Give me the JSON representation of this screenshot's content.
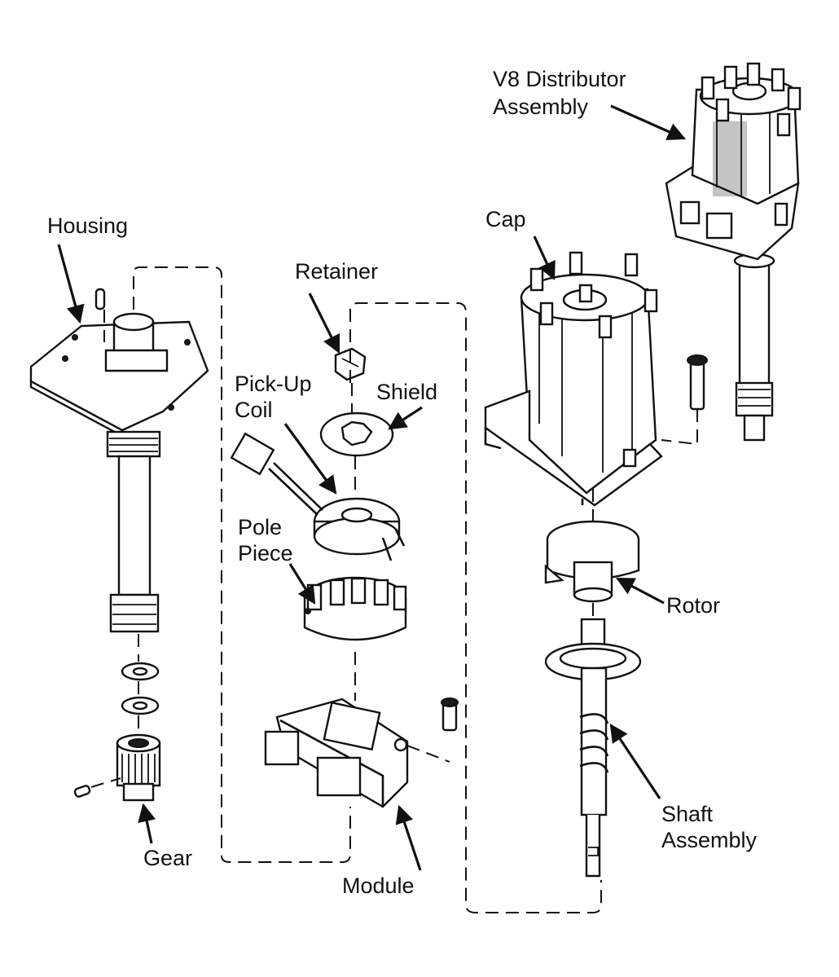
{
  "labels": {
    "v8_line1": "V8 Distributor",
    "v8_line2": "Assembly",
    "housing": "Housing",
    "cap": "Cap",
    "retainer": "Retainer",
    "pickup_line1": "Pick-Up",
    "pickup_line2": "Coil",
    "shield": "Shield",
    "pole_line1": "Pole",
    "pole_line2": "Piece",
    "rotor": "Rotor",
    "shaft_line1": "Shaft",
    "shaft_line2": "Assembly",
    "gear": "Gear",
    "module": "Module"
  },
  "colors": {
    "line": "#111111",
    "background": "#ffffff"
  }
}
